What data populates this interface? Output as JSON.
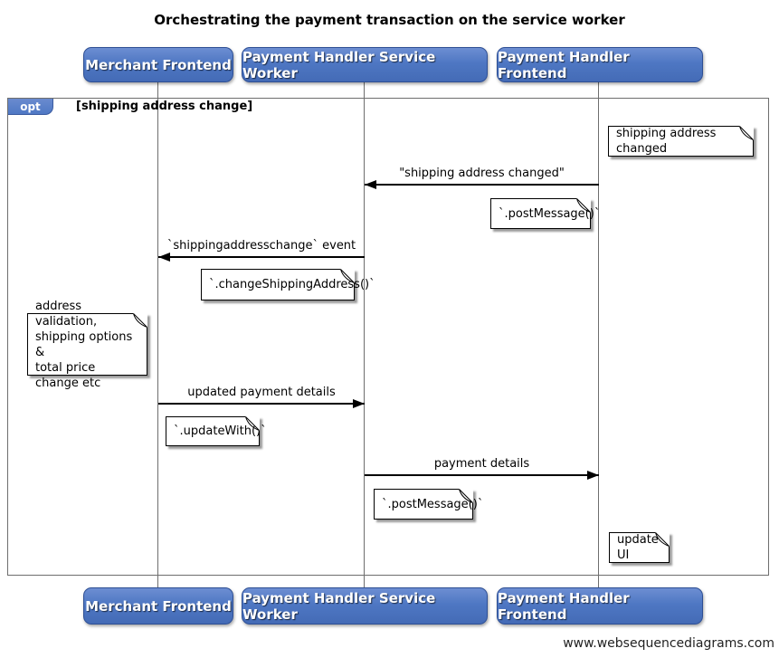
{
  "title": "Orchestrating the payment transaction on the service worker",
  "watermark": "www.websequencediagrams.com",
  "actors": {
    "merchant": "Merchant Frontend",
    "service_worker": "Payment Handler Service Worker",
    "frontend": "Payment Handler Frontend"
  },
  "frame": {
    "operator": "opt",
    "condition": "[shipping address change]"
  },
  "messages": {
    "shipping_address_changed": "\"shipping address changed\"",
    "shippingaddresschange_event": "`shippingaddresschange` event",
    "updated_payment_details": "updated payment details",
    "payment_details": "payment details"
  },
  "notes": {
    "shipping_changed": "shipping address changed",
    "post_message_1": "`.postMessage()`",
    "change_shipping_address": "`.changeShippingAddress()`",
    "address_validation": "address validation,\nshipping options &\ntotal price change etc",
    "update_with": "`.updateWith()`",
    "post_message_2": "`.postMessage()`",
    "update_ui": "update UI"
  },
  "colors": {
    "actor_fill": "#4e77c3",
    "actor_border": "#2e4f94",
    "frame_border": "#6e6e6e",
    "lifeline": "#6e6e6e",
    "note_bg": "#ffffff",
    "note_border": "#000000",
    "arrow": "#000000",
    "background": "#ffffff"
  }
}
